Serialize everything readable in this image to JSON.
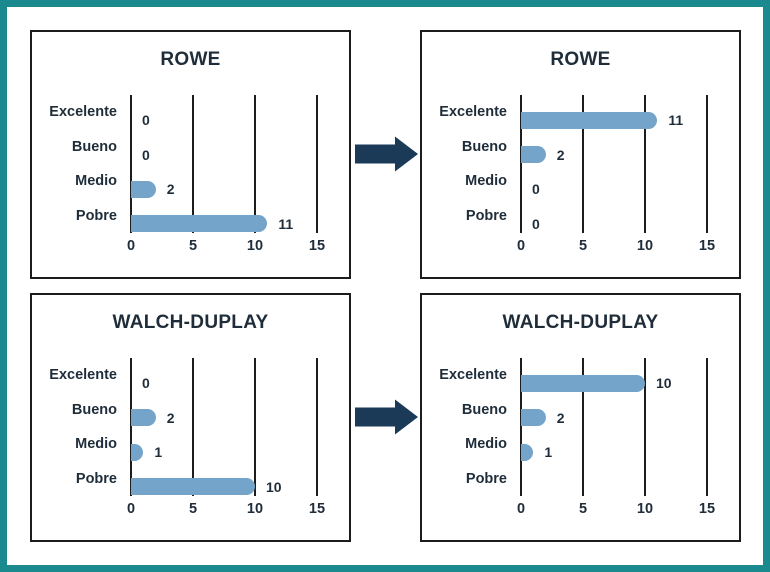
{
  "frame": {
    "outer_border_color": "#1A8A8F",
    "panel_border_color": "#1C1C1C",
    "background": "#FFFFFF"
  },
  "style": {
    "bar_color": "#74A4C9",
    "arrow_color": "#1B3A58",
    "text_color": "#1F2D3A",
    "grid_color": "#1C1C1C"
  },
  "arrows": [
    {
      "name": "top-right-block-arrow",
      "direction": "right"
    },
    {
      "name": "bottom-right-block-arrow",
      "direction": "right"
    }
  ],
  "chart_data": [
    {
      "id": "rowe-before",
      "type": "bar",
      "orientation": "horizontal",
      "title": "ROWE",
      "categories": [
        "Excelente",
        "Bueno",
        "Medio",
        "Pobre"
      ],
      "values": [
        0,
        0,
        2,
        11
      ],
      "value_labels": [
        "0",
        "0",
        "2",
        "11"
      ],
      "xticks": [
        0,
        5,
        10,
        15
      ],
      "xlim": [
        0,
        15
      ],
      "grid": "vertical-lines",
      "legend": false
    },
    {
      "id": "rowe-after",
      "type": "bar",
      "orientation": "horizontal",
      "title": "ROWE",
      "categories": [
        "Excelente",
        "Bueno",
        "Medio",
        "Pobre"
      ],
      "values": [
        11,
        2,
        0,
        0
      ],
      "value_labels": [
        "11",
        "2",
        "0",
        "0"
      ],
      "xticks": [
        0,
        5,
        10,
        15
      ],
      "xlim": [
        0,
        15
      ],
      "grid": "vertical-lines",
      "legend": false
    },
    {
      "id": "walch-duplay-before",
      "type": "bar",
      "orientation": "horizontal",
      "title": "WALCH-DUPLAY",
      "categories": [
        "Excelente",
        "Bueno",
        "Medio",
        "Pobre"
      ],
      "values": [
        0,
        2,
        1,
        10
      ],
      "value_labels": [
        "0",
        "2",
        "1",
        "10"
      ],
      "xticks": [
        0,
        5,
        10,
        15
      ],
      "xlim": [
        0,
        15
      ],
      "grid": "vertical-lines",
      "legend": false
    },
    {
      "id": "walch-duplay-after",
      "type": "bar",
      "orientation": "horizontal",
      "title": "WALCH-DUPLAY",
      "categories": [
        "Excelente",
        "Bueno",
        "Medio",
        "Pobre"
      ],
      "values": [
        10,
        2,
        1,
        0
      ],
      "value_labels": [
        "10",
        "2",
        "1",
        ""
      ],
      "xticks": [
        0,
        5,
        10,
        15
      ],
      "xlim": [
        0,
        15
      ],
      "grid": "vertical-lines",
      "legend": false
    }
  ]
}
